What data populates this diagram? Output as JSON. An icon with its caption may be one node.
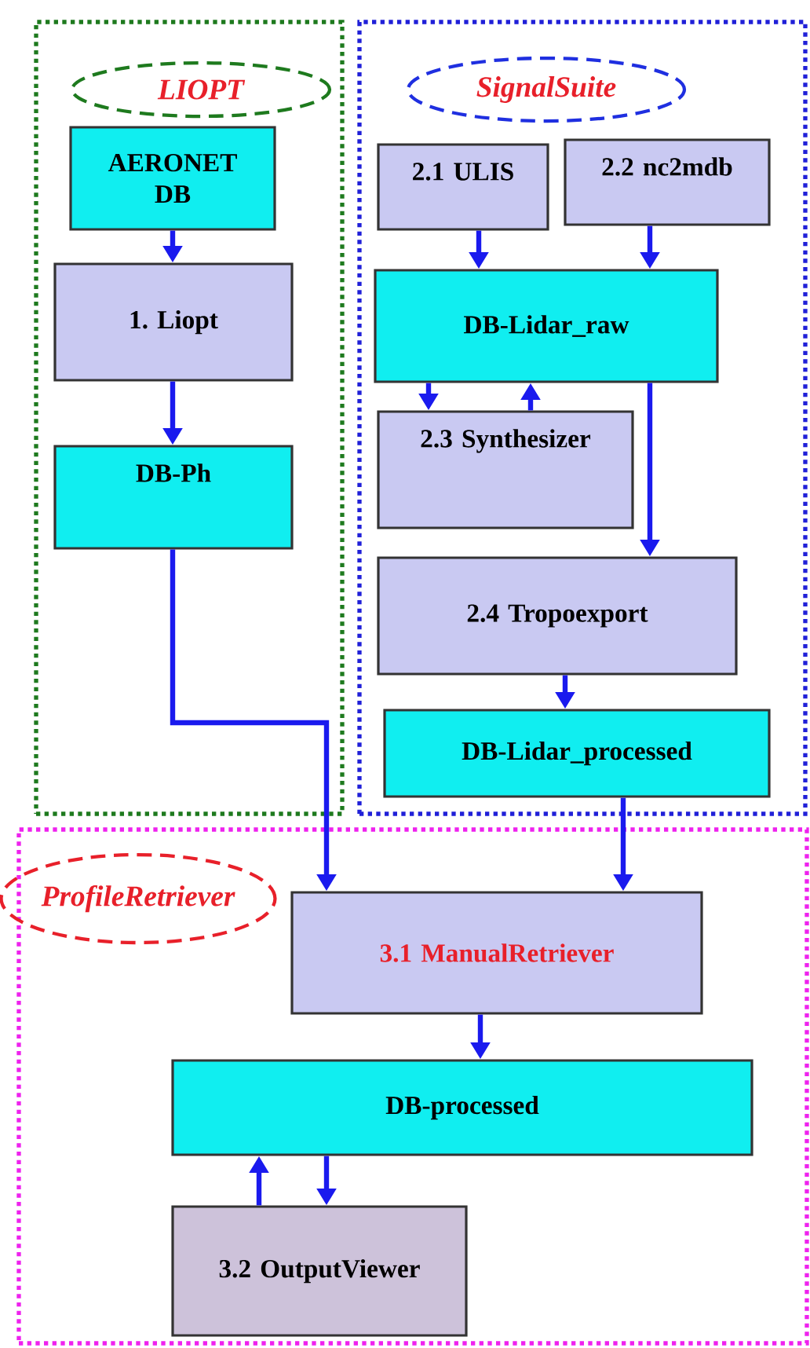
{
  "diagram": {
    "nodes": [
      {
        "text": [
          "LIOPT"
        ]
      },
      {
        "text": [
          "AERONET DB"
        ],
        "in": 0
      },
      {
        "text": [
          "1. Liopt"
        ],
        "in": 0
      },
      {
        "text": [
          "DB-Ph"
        ],
        "in": 0
      },
      {
        "text": [
          "SignalSuite"
        ]
      },
      {
        "text": [
          "2.1 ULIS"
        ],
        "in": 4
      },
      {
        "text": [
          "2.2 nc2mdb"
        ],
        "in": 4
      },
      {
        "text": [
          "DB-Lidar_raw"
        ],
        "in": 4
      },
      {
        "text": [
          "2.3 Synthesizer"
        ],
        "in": 4
      },
      {
        "text": [
          "2.4 Tropoexport"
        ],
        "in": 4
      },
      {
        "text": [
          "DB-Lidar_processed"
        ],
        "in": 4
      },
      {
        "text": [
          "ProfileRetriever"
        ]
      },
      {
        "text": [
          "3.1 ManualRetriever"
        ],
        "in": 11
      },
      {
        "text": [
          "DB-processed"
        ],
        "in": 11
      },
      {
        "text": [
          "3.2 OutputViewer"
        ],
        "in": 11
      }
    ],
    "edges": [
      {
        "from": 1,
        "to": 2,
        "arrow": "to"
      },
      {
        "from": 2,
        "to": 3,
        "arrow": "to"
      },
      {
        "from": 3,
        "to": 12,
        "arrow": "to"
      },
      {
        "from": 5,
        "to": 7,
        "arrow": "to"
      },
      {
        "from": 6,
        "to": 7,
        "arrow": "to"
      },
      {
        "from": 7,
        "to": 8,
        "arrow": "to"
      },
      {
        "from": 8,
        "to": 7,
        "arrow": "to"
      },
      {
        "from": 7,
        "to": 9,
        "arrow": "to"
      },
      {
        "from": 9,
        "to": 10,
        "arrow": "to"
      },
      {
        "from": 10,
        "to": 12,
        "arrow": "to"
      },
      {
        "from": 12,
        "to": 13,
        "arrow": "to"
      },
      {
        "from": 13,
        "to": 14,
        "arrow": "to"
      },
      {
        "from": 14,
        "to": 13,
        "arrow": "to"
      }
    ]
  }
}
